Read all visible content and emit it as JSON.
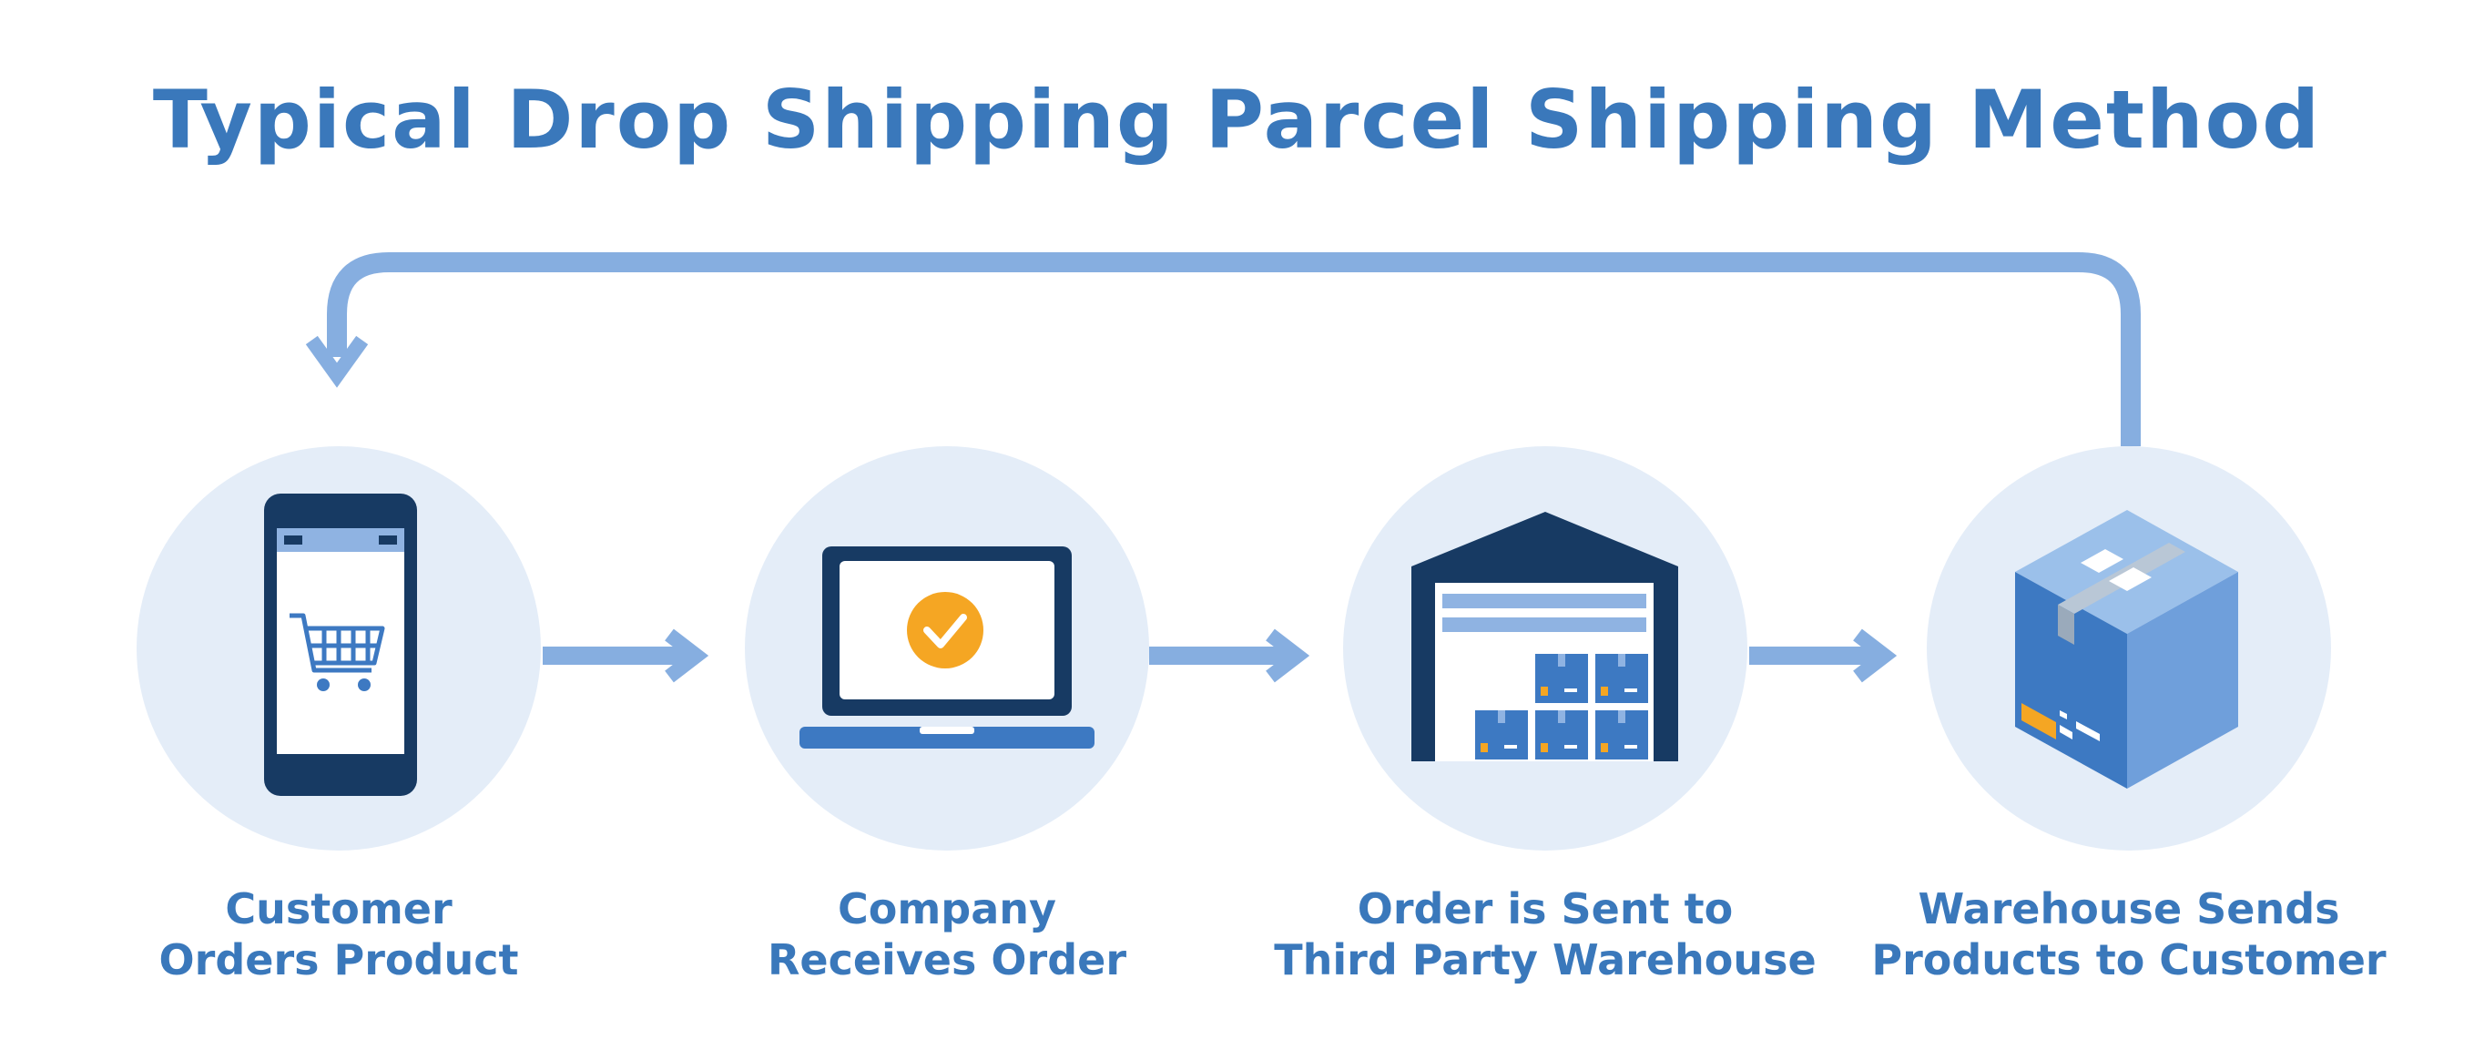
{
  "title": "Typical Drop Shipping Parcel Shipping Method",
  "steps": [
    {
      "line1": "Customer",
      "line2": "Orders Product",
      "icon": "smartphone-cart-icon"
    },
    {
      "line1": "Company",
      "line2": "Receives Order",
      "icon": "laptop-check-icon"
    },
    {
      "line1": "Order is Sent to",
      "line2": "Third Party Warehouse",
      "icon": "warehouse-icon"
    },
    {
      "line1": "Warehouse Sends",
      "line2": "Products to Customer",
      "icon": "parcel-box-icon"
    }
  ],
  "colors": {
    "title": "#3a78bb",
    "label": "#3a78bb",
    "circle": "#e4edf8",
    "arrow": "#86aee0",
    "navy": "#173a63",
    "blue": "#3d79c2",
    "light_blue": "#8fb3e2",
    "orange": "#f5a623"
  }
}
